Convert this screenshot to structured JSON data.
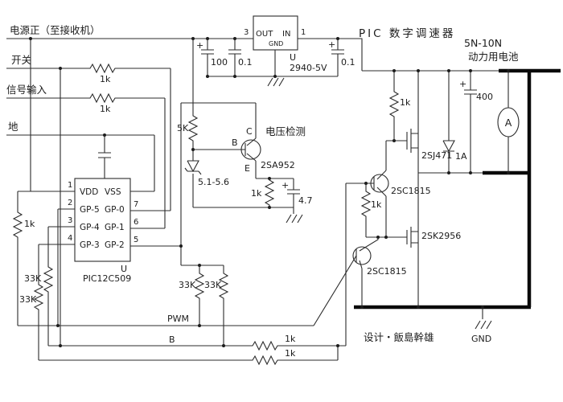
{
  "title": "PIC 数字调速器",
  "terminals": {
    "power_out": "电源正（至接收机）",
    "switch": "开关",
    "signal_in": "信号输入",
    "ground": "地"
  },
  "regulator": {
    "ref": "U",
    "part": "2940-5V",
    "pin_out_num": "3",
    "pin_in_num": "1",
    "out": "OUT",
    "in": "IN",
    "gnd": "GND",
    "cap_bulk": "100",
    "cap_in1": "0.1",
    "cap_in2": "0.1",
    "plus1": "+",
    "plus2": "+"
  },
  "battery": {
    "model": "5N-10N",
    "name": "动力用电池",
    "cap": "400",
    "plus": "+",
    "motor": "A",
    "gnd": "GND"
  },
  "detector": {
    "label": "电压检测",
    "r_top": "5K",
    "zener": "5.1-5.6",
    "transistor": "2SA952",
    "c": "C",
    "b": "B",
    "e": "E",
    "r_e": "1k",
    "cap_e": "4.7",
    "plus": "+"
  },
  "ic": {
    "ref": "U",
    "part": "PIC12C509",
    "pins_left": [
      {
        "num": "1",
        "name": "VDD"
      },
      {
        "num": "2",
        "name": "GP-5"
      },
      {
        "num": "3",
        "name": "GP-4"
      },
      {
        "num": "4",
        "name": "GP-3"
      }
    ],
    "pins_right": [
      {
        "name": "VSS"
      },
      {
        "num": "7",
        "name": "GP-0"
      },
      {
        "num": "6",
        "name": "GP-1"
      },
      {
        "num": "5",
        "name": "GP-2"
      }
    ]
  },
  "resistors": {
    "r_switch": "1k",
    "r_signal": "1k",
    "r_pullup": "1k",
    "r33_a": "33K",
    "r33_b": "33K",
    "r33_c": "33K",
    "r33_d": "33K",
    "r_gate_hi": "1k",
    "r_mid": "1k",
    "r_line_b1": "1k",
    "r_line_b2": "1k"
  },
  "semis": {
    "q_pfet": "2SJ471",
    "q_npn_hi": "2SC1815",
    "q_nfet": "2SK2956",
    "q_npn_lo": "2SC1815",
    "diode": "1A"
  },
  "lines": {
    "pwm": "PWM",
    "b": "B"
  },
  "designer": "设计・飯島幹雄"
}
